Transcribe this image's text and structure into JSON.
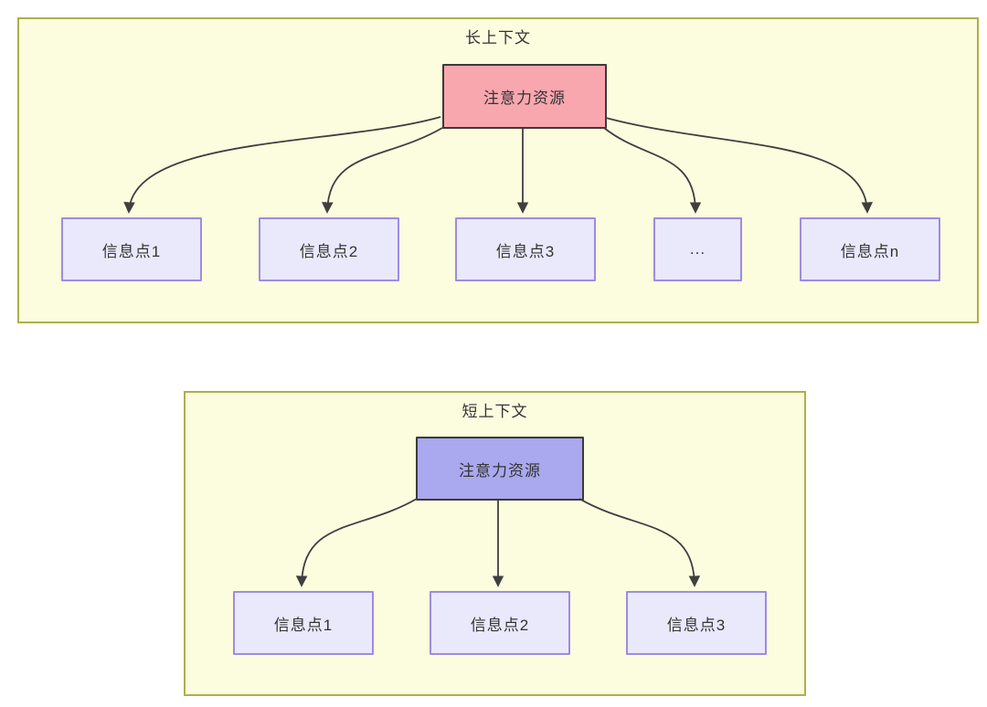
{
  "diagram": {
    "containers": [
      {
        "title": "长上下文",
        "attention_label": "注意力资源",
        "nodes": [
          "信息点1",
          "信息点2",
          "信息点3",
          "...",
          "信息点n"
        ]
      },
      {
        "title": "短上下文",
        "attention_label": "注意力资源",
        "nodes": [
          "信息点1",
          "信息点2",
          "信息点3"
        ]
      }
    ],
    "colors": {
      "container_fill": "#FCFCDF",
      "container_border": "#AFAF4A",
      "attention_fill_long": "#F9A7AE",
      "attention_fill_short": "#AAA8EE",
      "attention_border": "#3A3A3A",
      "node_fill": "#EAE9FC",
      "node_border": "#9D8CE0",
      "arrow": "#3F3F3F",
      "text": "#333333"
    }
  }
}
